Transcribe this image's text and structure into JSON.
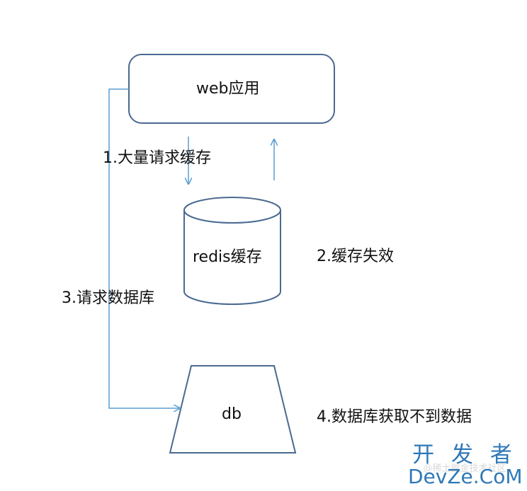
{
  "nodes": {
    "web": "web应用",
    "redis": "redis缓存",
    "db": "db"
  },
  "steps": {
    "step1": "1.大量请求缓存",
    "step2": "2.缓存失效",
    "step3": "3.请求数据库",
    "step4": "4.数据库获取不到数据"
  },
  "watermark": {
    "top": "开 发 者",
    "bottom": "DevZe.CoM",
    "ghost": "@稀土掘金技术社区"
  },
  "colors": {
    "box_stroke": "#4a6a8f",
    "arrow_stroke": "#5a9ed3",
    "text": "#111111",
    "watermark": "#2f78b8"
  }
}
